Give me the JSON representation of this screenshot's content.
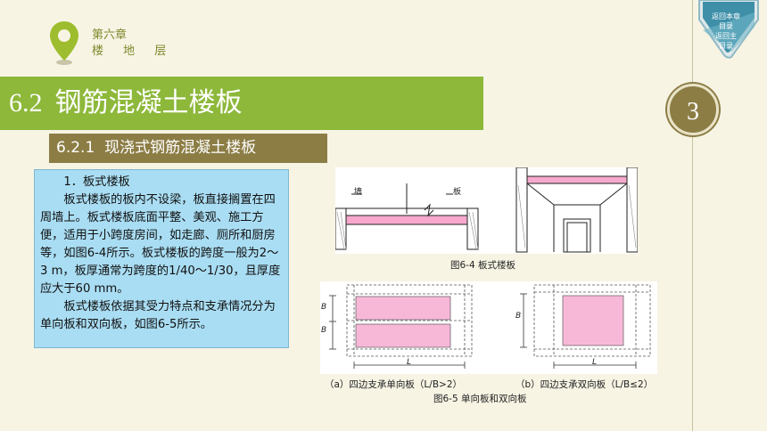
{
  "chapter": {
    "line1": "第六章",
    "line2": "楼 地 层"
  },
  "nav": {
    "line1": "返回本章",
    "line2": "目录",
    "line3": "返回主",
    "line4": "目录"
  },
  "section": {
    "number": "6.2",
    "title": "钢筋混凝土楼板"
  },
  "page_number": "3",
  "subsection": {
    "number": "6.2.1",
    "title": "现浇式钢筋混凝土楼板"
  },
  "body": {
    "heading": "1．板式楼板",
    "paragraph1": "板式楼板的板内不设梁，板直接搁置在四周墙上。板式楼板底面平整、美观、施工方便，适用于小跨度房间，如走廊、厕所和厨房等，如图6-4所示。板式楼板的跨度一般为2～3 m，板厚通常为跨度的1/40～1/30，且厚度应大于60 mm。",
    "paragraph2": "板式楼板依据其受力特点和支承情况分为单向板和双向板，如图6-5所示。"
  },
  "figure_6_4": {
    "caption": "图6-4  板式楼板",
    "label_wall": "墙",
    "label_slab": "板"
  },
  "figure_6_5": {
    "caption": "图6-5  单向板和双向板",
    "sub_a": "（a）四边支承单向板（L/B>2）",
    "sub_b": "（b）四边支承双向板（L/B≤2）",
    "label_B": "B",
    "label_L": "L"
  },
  "colors": {
    "green": "#8db83a",
    "olive": "#8c7d45",
    "light_blue": "#a9ddf3",
    "pink": "#f7b8d8",
    "background": "#f7f4e4"
  }
}
